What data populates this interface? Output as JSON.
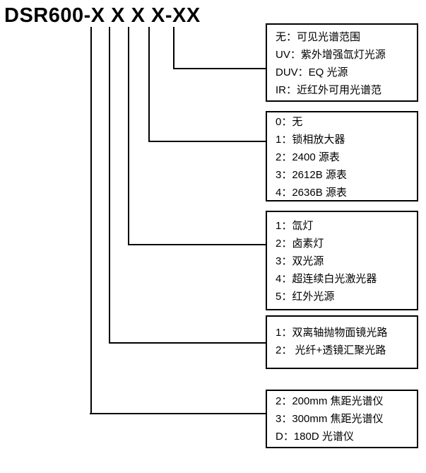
{
  "title": "DSR600-X X X X-XX",
  "colors": {
    "text": "#000000",
    "line": "#000000",
    "border": "#000000",
    "background": "#ffffff"
  },
  "boxes": [
    {
      "id": "spectral-range",
      "maps_to": "suffix -XX",
      "lines": [
        "无：可见光谱范围",
        "UV：紫外增强氙灯光源",
        "DUV：EQ 光源",
        "IR：近红外可用光谱范"
      ]
    },
    {
      "id": "source-meter",
      "maps_to": "4th X",
      "lines": [
        "0：无",
        "1：锁相放大器",
        "2：2400 源表",
        "3：2612B 源表",
        "4：2636B 源表"
      ]
    },
    {
      "id": "light-source",
      "maps_to": "3rd X",
      "lines": [
        "1：氙灯",
        "2：卤素灯",
        "3：双光源",
        "4：超连续白光激光器",
        "5：红外光源"
      ]
    },
    {
      "id": "optical-path",
      "maps_to": "2nd X",
      "lines": [
        "1：双离轴抛物面镜光路",
        "2： 光纤+透镜汇聚光路"
      ]
    },
    {
      "id": "spectrometer",
      "maps_to": "1st X",
      "lines": [
        "2：200mm 焦距光谱仪",
        "3：300mm 焦距光谱仪",
        "D：180D 光谱仪"
      ]
    }
  ]
}
